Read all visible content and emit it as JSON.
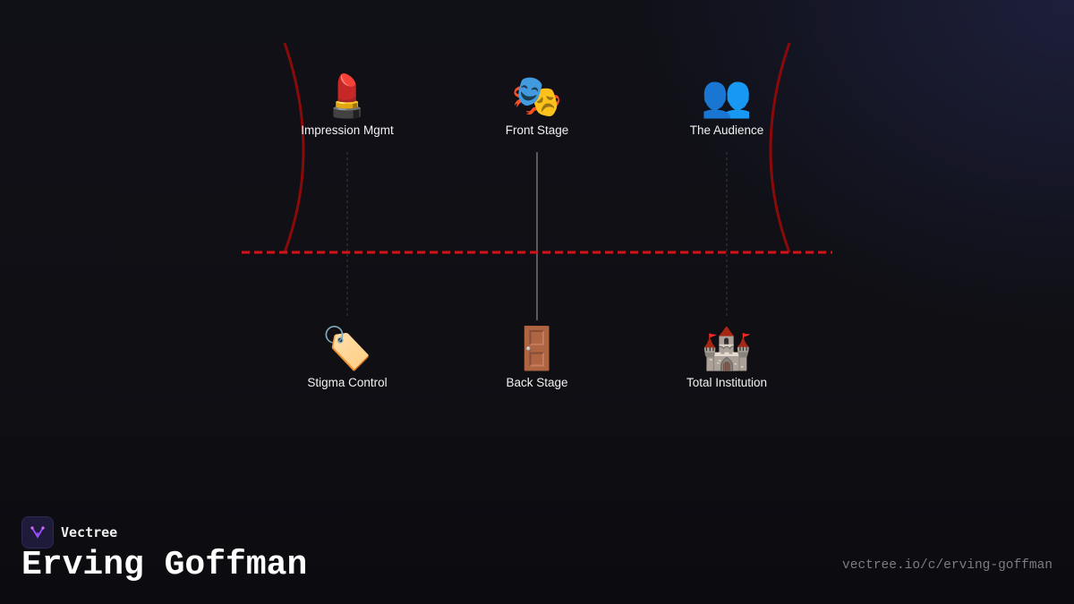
{
  "diagram": {
    "top_nodes": [
      {
        "icon": "💄",
        "icon_name": "lipstick-icon",
        "label": "Impression Mgmt"
      },
      {
        "icon": "🎭",
        "icon_name": "theater-masks-icon",
        "label": "Front Stage"
      },
      {
        "icon": "👥",
        "icon_name": "people-icon",
        "label": "The Audience"
      }
    ],
    "bottom_nodes": [
      {
        "icon": "🏷️",
        "icon_name": "tag-icon",
        "label": "Stigma Control"
      },
      {
        "icon": "🚪",
        "icon_name": "door-icon",
        "label": "Back Stage"
      },
      {
        "icon": "🏰",
        "icon_name": "castle-icon",
        "label": "Total Institution"
      }
    ],
    "colors": {
      "divider": "#d0141a",
      "curtain": "#8a0a0a",
      "connector": "#8c8c8c"
    }
  },
  "brand": {
    "name": "Vectree"
  },
  "footer": {
    "title": "Erving Goffman",
    "url": "vectree.io/c/erving-goffman"
  }
}
